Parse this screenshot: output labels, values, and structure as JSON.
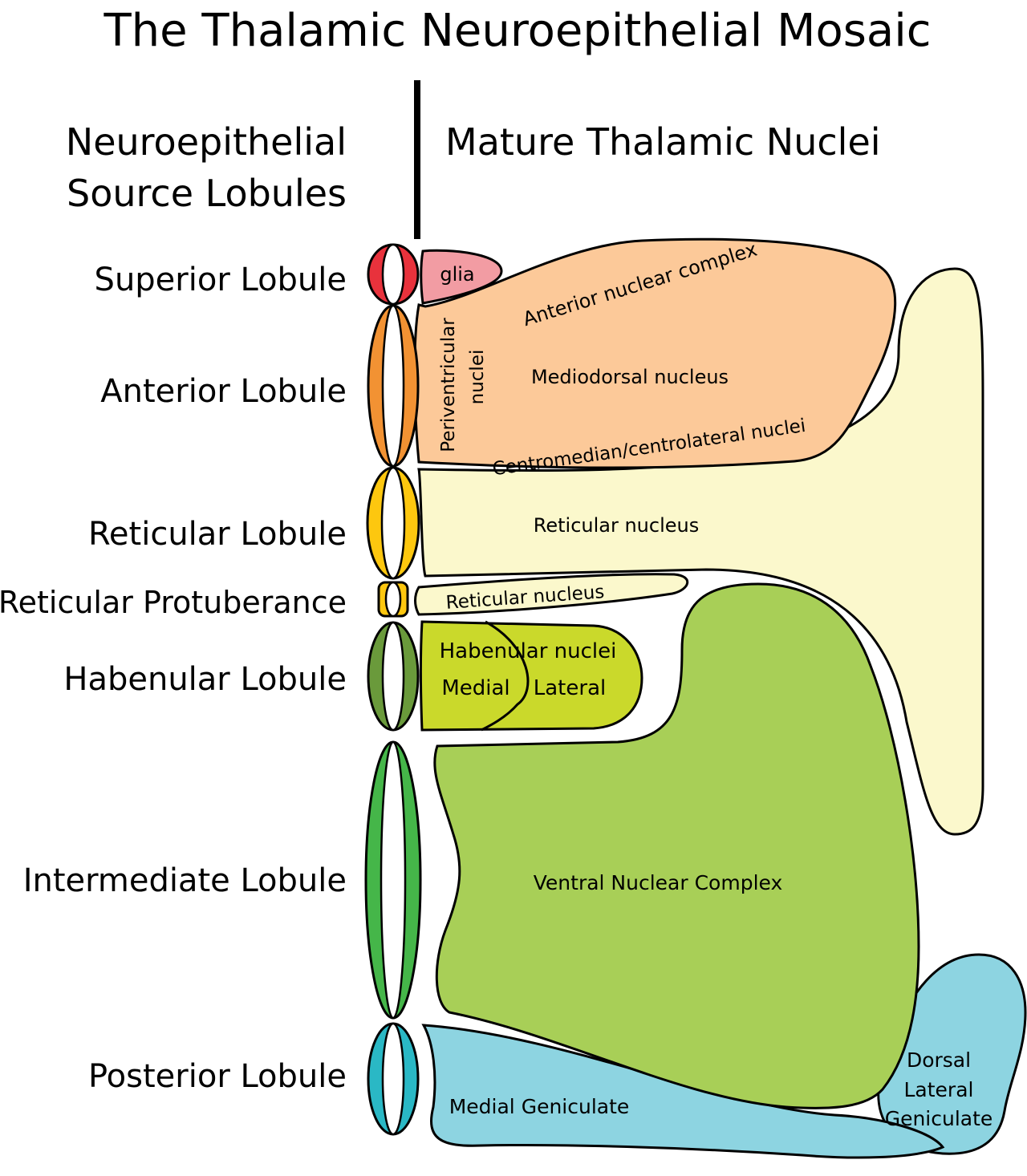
{
  "title": "The Thalamic Neuroepithelial Mosaic",
  "headers": {
    "left_line1": "Neuroepithelial",
    "left_line2": "Source Lobules",
    "right": "Mature Thalamic Nuclei"
  },
  "lobules": [
    {
      "label": "Superior Lobule",
      "color": "#e8323c"
    },
    {
      "label": "Anterior Lobule",
      "color": "#f29233"
    },
    {
      "label": "Reticular Lobule",
      "color": "#fdc70f"
    },
    {
      "label": "Reticular Protuberance",
      "color": "#fdc70f"
    },
    {
      "label": "Habenular Lobule",
      "color": "#6a9a3b"
    },
    {
      "label": "Intermediate Lobule",
      "color": "#45b649"
    },
    {
      "label": "Posterior Lobule",
      "color": "#2ab8c5"
    }
  ],
  "nuclei": {
    "glia": {
      "label": "glia",
      "color": "#f29ca3"
    },
    "anterior_group": {
      "color": "#fcc999",
      "anterior": "Anterior nuclear complex",
      "periventricular_1": "Periventricular",
      "periventricular_2": "nuclei",
      "mediodorsal": "Mediodorsal nucleus",
      "centromedian": "Centromedian/centrolateral nuclei"
    },
    "reticular_main": {
      "label": "Reticular nucleus",
      "color": "#fbf8cc"
    },
    "reticular_small": {
      "label": "Reticular nucleus",
      "color": "#fbf8cc"
    },
    "habenular": {
      "color": "#cad92b",
      "title": "Habenular nuclei",
      "medial": "Medial",
      "lateral": "Lateral"
    },
    "ventral": {
      "label": "Ventral Nuclear Complex",
      "color": "#a8cf57"
    },
    "medial_geniculate": {
      "label": "Medial Geniculate",
      "color": "#8dd4e1"
    },
    "dorsal_lateral_geniculate": {
      "line1": "Dorsal",
      "line2": "Lateral",
      "line3": "Geniculate",
      "color": "#8dd4e1"
    }
  }
}
